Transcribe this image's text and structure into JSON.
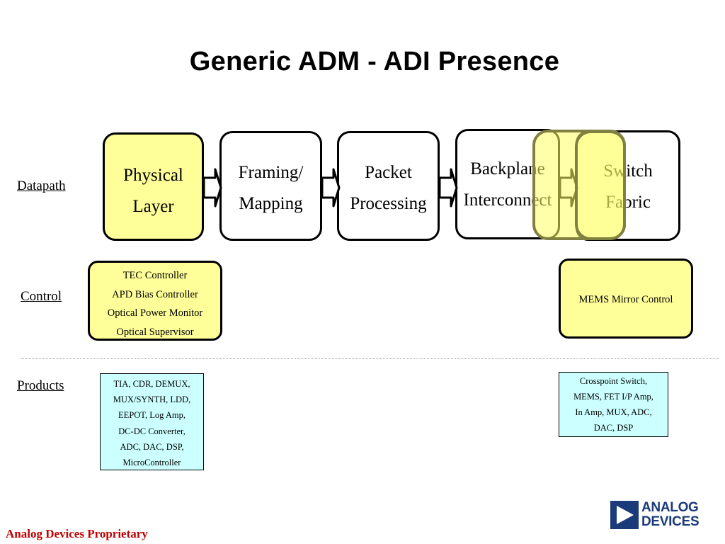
{
  "title": "Generic ADM - ADI Presence",
  "row_labels": {
    "datapath": "Datapath",
    "control": "Control",
    "products": "Products"
  },
  "datapath": [
    {
      "name": "physical-layer",
      "lines": [
        "Physical",
        "Layer"
      ],
      "highlight": true
    },
    {
      "name": "framing-mapping",
      "lines": [
        "Framing/",
        "Mapping"
      ],
      "highlight": false
    },
    {
      "name": "packet-processing",
      "lines": [
        "Packet",
        "Processing"
      ],
      "highlight": false
    },
    {
      "name": "backplane-interconnect",
      "lines": [
        "Backplane",
        "Interconnect"
      ],
      "highlight": false
    },
    {
      "name": "switch-fabric",
      "lines": [
        "Switch",
        "Fabric"
      ],
      "highlight": false
    }
  ],
  "control": {
    "left": [
      "TEC Controller",
      "APD Bias Controller",
      "Optical Power Monitor",
      "Optical Supervisor"
    ],
    "right": [
      "MEMS Mirror Control"
    ]
  },
  "products": {
    "left": [
      "TIA, CDR, DEMUX,",
      "MUX/SYNTH, LDD,",
      "EEPOT, Log Amp,",
      "DC-DC Converter,",
      "ADC, DAC, DSP,",
      "MicroController"
    ],
    "right": [
      "Crosspoint Switch,",
      "MEMS, FET I/P Amp,",
      "In Amp, MUX, ADC,",
      "DAC, DSP"
    ]
  },
  "footer": "Analog Devices Proprietary",
  "logo": {
    "lines": [
      "ANALOG",
      "DEVICES"
    ]
  },
  "colors": {
    "highlight_yellow": "#ffff99",
    "product_cyan": "#ccffff",
    "footer_red": "#c00000",
    "logo_blue": "#1a3a7a"
  }
}
